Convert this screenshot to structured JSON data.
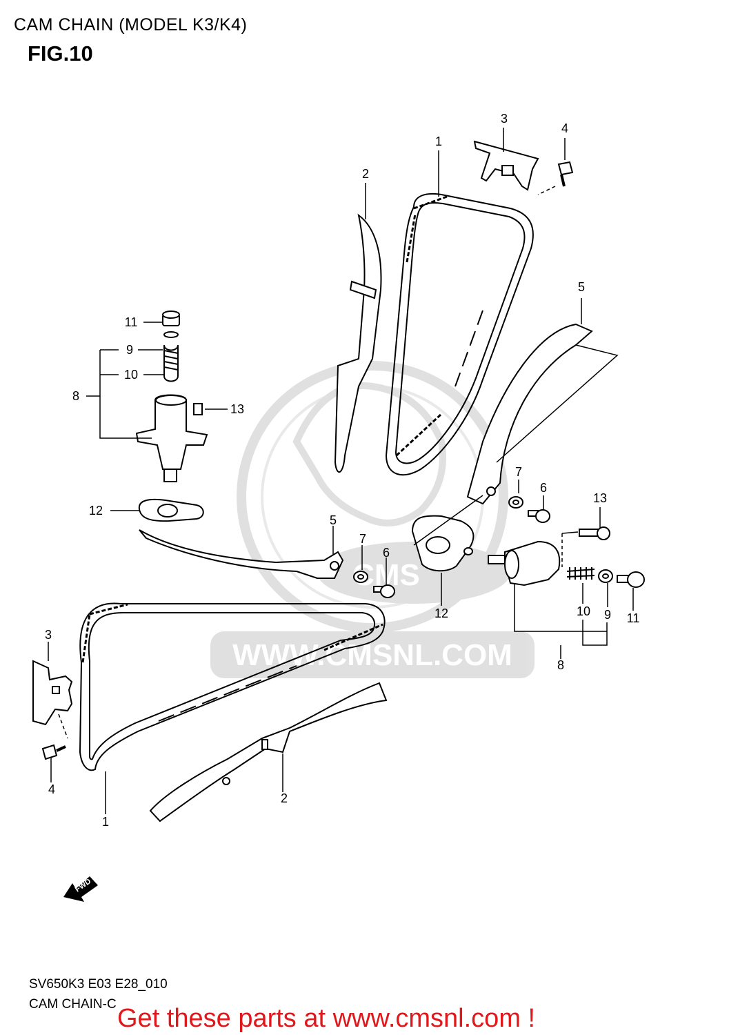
{
  "header": {
    "title": "CAM CHAIN (MODEL K3/K4)",
    "figure": "FIG.10"
  },
  "watermark": {
    "text": "WWW.CMSNL.COM",
    "logo_text": "CMS",
    "color": "#c8c8c8"
  },
  "direction_arrow": {
    "label": "FWD"
  },
  "callouts": [
    {
      "id": "c1-top",
      "label": "1"
    },
    {
      "id": "c1-bottom",
      "label": "1"
    },
    {
      "id": "c2-top",
      "label": "2"
    },
    {
      "id": "c2-bottom",
      "label": "2"
    },
    {
      "id": "c3-top",
      "label": "3"
    },
    {
      "id": "c3-left",
      "label": "3"
    },
    {
      "id": "c4-top",
      "label": "4"
    },
    {
      "id": "c4-left",
      "label": "4"
    },
    {
      "id": "c5-right",
      "label": "5"
    },
    {
      "id": "c5-mid",
      "label": "5"
    },
    {
      "id": "c6-right",
      "label": "6"
    },
    {
      "id": "c6-mid",
      "label": "6"
    },
    {
      "id": "c7-right",
      "label": "7"
    },
    {
      "id": "c7-mid",
      "label": "7"
    },
    {
      "id": "c8-left",
      "label": "8"
    },
    {
      "id": "c8-right",
      "label": "8"
    },
    {
      "id": "c9-left",
      "label": "9"
    },
    {
      "id": "c9-right",
      "label": "9"
    },
    {
      "id": "c10-left",
      "label": "10"
    },
    {
      "id": "c10-right",
      "label": "10"
    },
    {
      "id": "c11-left",
      "label": "11"
    },
    {
      "id": "c11-right",
      "label": "11"
    },
    {
      "id": "c12-left",
      "label": "12"
    },
    {
      "id": "c12-right",
      "label": "12"
    },
    {
      "id": "c13-left",
      "label": "13"
    },
    {
      "id": "c13-right",
      "label": "13"
    }
  ],
  "footer": {
    "model_code": "SV650K3 E03 E28_010",
    "section": "CAM CHAIN-C",
    "cta": "Get these parts at www.cmsnl.com !",
    "cta_color": "#e0181b"
  }
}
